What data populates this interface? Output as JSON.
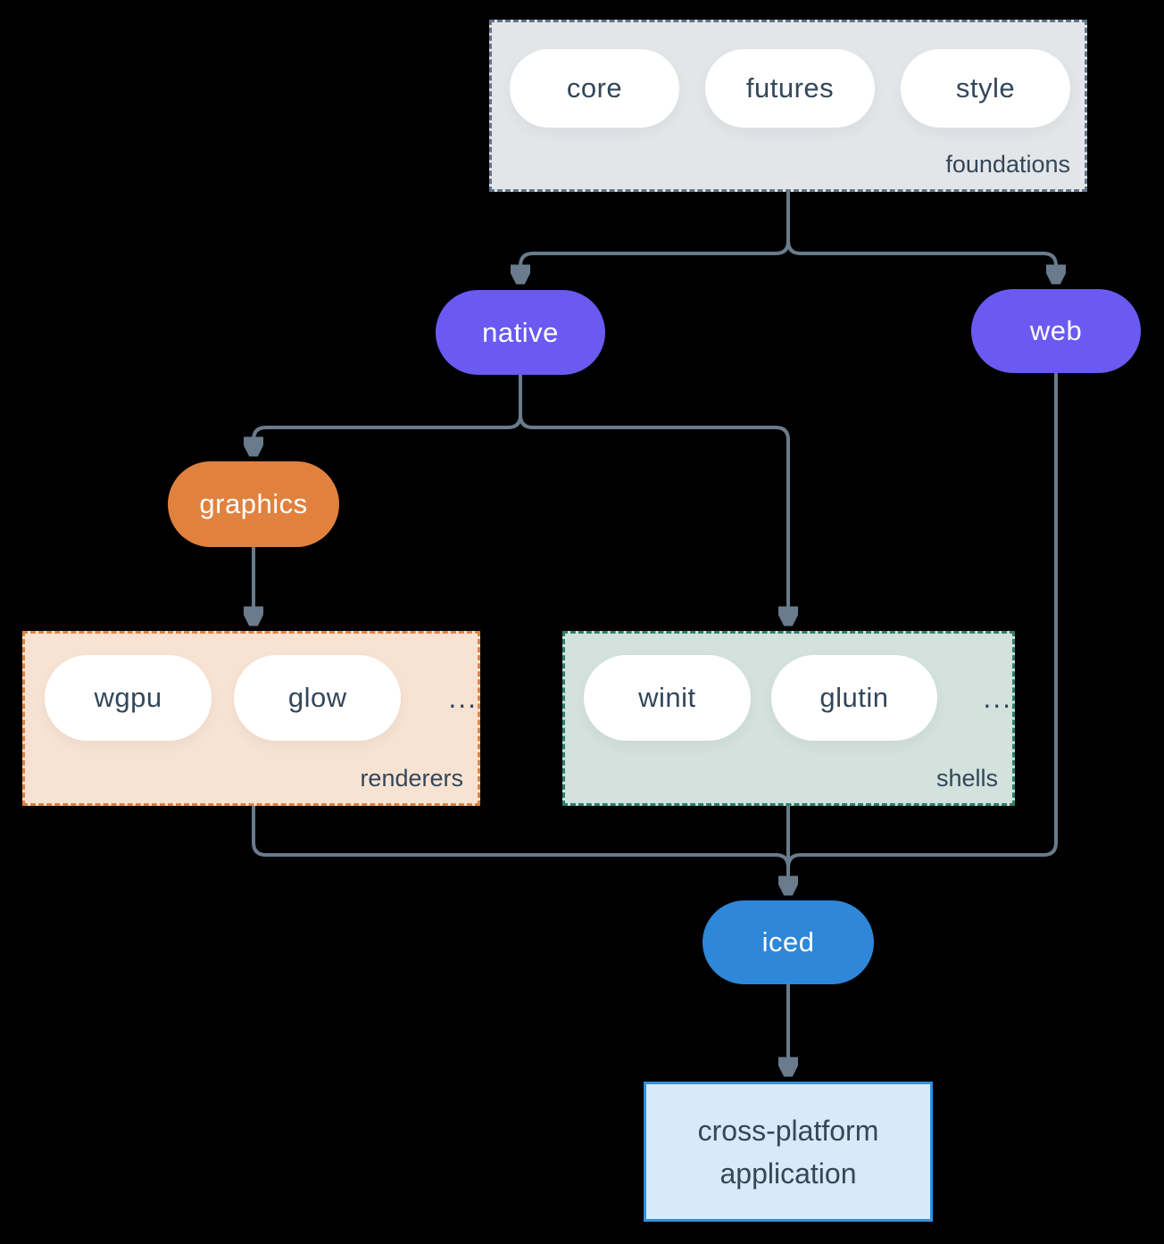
{
  "diagram": {
    "description": "iced crate ecosystem dependency diagram"
  },
  "colors": {
    "background": "#000000",
    "connector_line": "#697b8c",
    "purple_node": "#6a5af2",
    "orange_node": "#e0823e",
    "blue_node": "#2e87d8",
    "foundations_fill": "#e3e6e9",
    "foundations_border": "#64748b",
    "renderers_fill": "#f8e3d3",
    "renderers_border": "#e0813c",
    "shells_fill": "#d3e2dc",
    "shells_border": "#2a7f6f",
    "application_fill": "#d9e9f9",
    "application_border": "#3090dc",
    "dark_text": "#33475a",
    "white_pill": "#ffffff"
  },
  "groups": {
    "foundations": {
      "label": "foundations",
      "pills": [
        "core",
        "futures",
        "style"
      ]
    },
    "renderers": {
      "label": "renderers",
      "pills": [
        "wgpu",
        "glow"
      ],
      "ellipsis": "..."
    },
    "shells": {
      "label": "shells",
      "pills": [
        "winit",
        "glutin"
      ],
      "ellipsis": "..."
    }
  },
  "nodes": {
    "native": {
      "label": "native"
    },
    "web": {
      "label": "web"
    },
    "graphics": {
      "label": "graphics"
    },
    "iced": {
      "label": "iced"
    },
    "application": {
      "label_line1": "cross-platform",
      "label_line2": "application"
    }
  },
  "edges": [
    {
      "from": "foundations",
      "to": "native"
    },
    {
      "from": "foundations",
      "to": "web"
    },
    {
      "from": "native",
      "to": "graphics"
    },
    {
      "from": "native",
      "to": "shells"
    },
    {
      "from": "graphics",
      "to": "renderers"
    },
    {
      "from": "renderers",
      "to": "iced"
    },
    {
      "from": "shells",
      "to": "iced"
    },
    {
      "from": "web",
      "to": "iced"
    },
    {
      "from": "iced",
      "to": "application"
    }
  ]
}
